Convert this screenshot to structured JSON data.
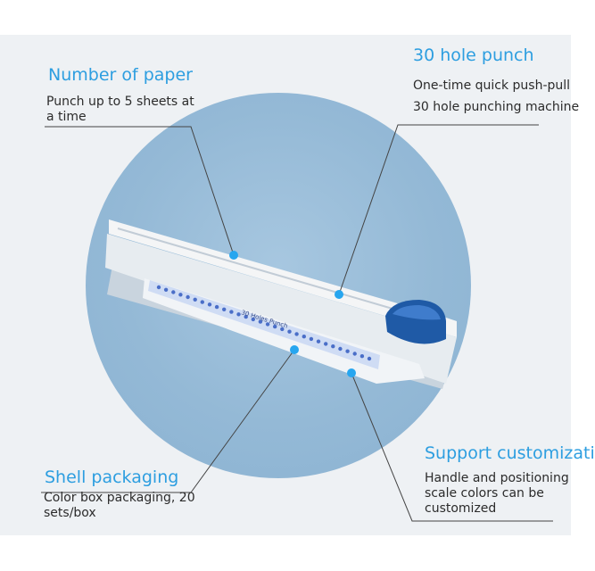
{
  "features": {
    "paper": {
      "title": "Number of paper",
      "desc": "Punch up to 5 sheets at a time"
    },
    "punch": {
      "title": "30 hole punch",
      "line1": "One-time quick push-pull",
      "line2": "30 hole punching machine"
    },
    "shell": {
      "title": "Shell packaging",
      "desc": "Color box packaging, 20 sets/box"
    },
    "custom": {
      "title": "Support customizati",
      "desc": "Handle and positioning scale colors can be customized"
    }
  },
  "product": {
    "label": "30 Holes Punch"
  },
  "colors": {
    "accent": "#2d9ee0",
    "circle": "#94b9d6",
    "handle": "#1f5aa6",
    "scale": "#4a6ec8"
  }
}
